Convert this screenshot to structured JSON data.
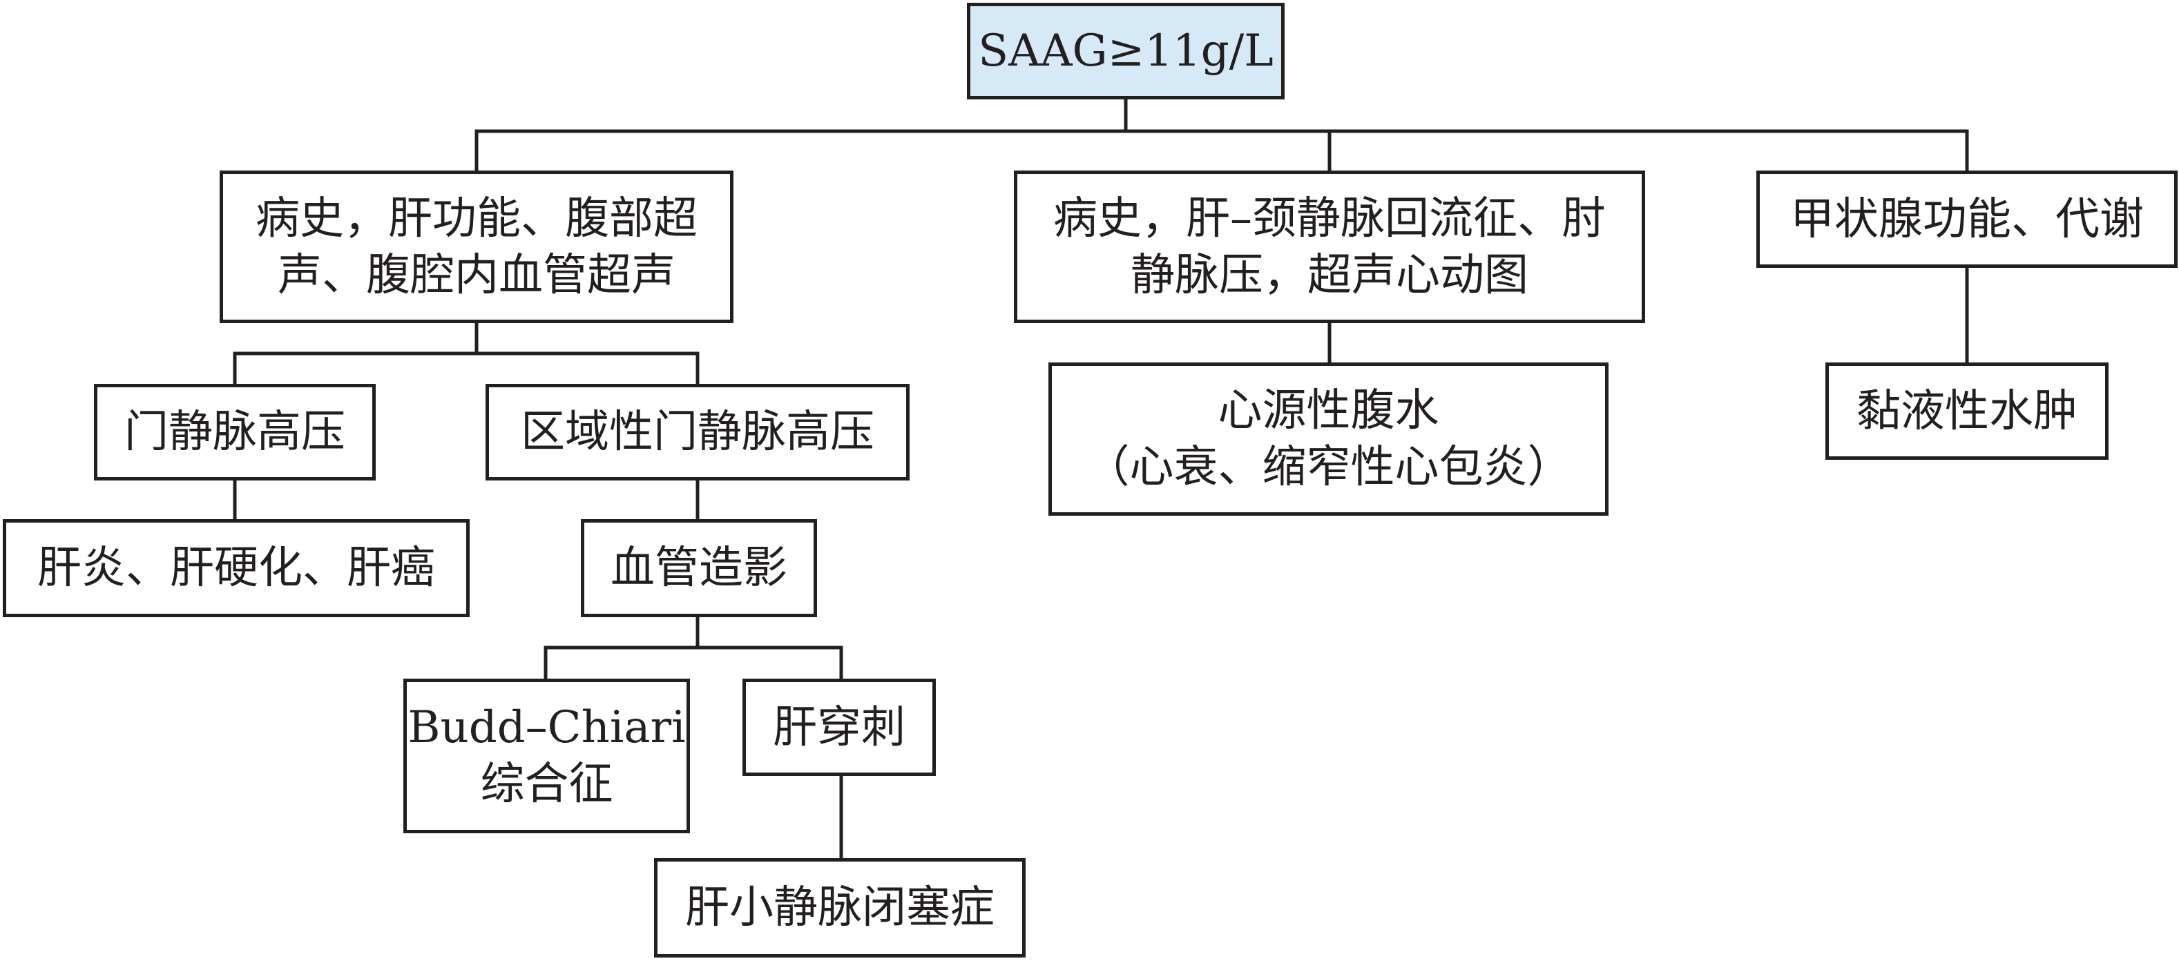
{
  "colors": {
    "root_fill": "#d6e9f6",
    "box_fill": "#ffffff",
    "line": "#231f20",
    "text": "#231f20"
  },
  "nodes": {
    "root": {
      "lines": [
        "SAAG≥11g/L"
      ]
    },
    "history_liver": {
      "lines": [
        "病史，肝功能、腹部超",
        "声、腹腔内血管超声"
      ]
    },
    "history_heart": {
      "lines": [
        "病史，肝–颈静脉回流征、肘",
        "静脉压，超声心动图"
      ]
    },
    "thyroid": {
      "lines": [
        "甲状腺功能、代谢"
      ]
    },
    "portal_hypertension": {
      "lines": [
        "门静脉高压"
      ]
    },
    "regional_portal_hypertension": {
      "lines": [
        "区域性门静脉高压"
      ]
    },
    "cardiogenic_ascites": {
      "lines": [
        "心源性腹水",
        "（心衰、缩窄性心包炎）"
      ]
    },
    "myxedema": {
      "lines": [
        "黏液性水肿"
      ]
    },
    "hepatitis": {
      "lines": [
        "肝炎、肝硬化、肝癌"
      ]
    },
    "angiography": {
      "lines": [
        "血管造影"
      ]
    },
    "budd_chiari": {
      "lines": [
        "Budd–Chiari",
        "综合征"
      ]
    },
    "liver_biopsy": {
      "lines": [
        "肝穿刺"
      ]
    },
    "hepatic_vod": {
      "lines": [
        "肝小静脉闭塞症"
      ]
    }
  }
}
